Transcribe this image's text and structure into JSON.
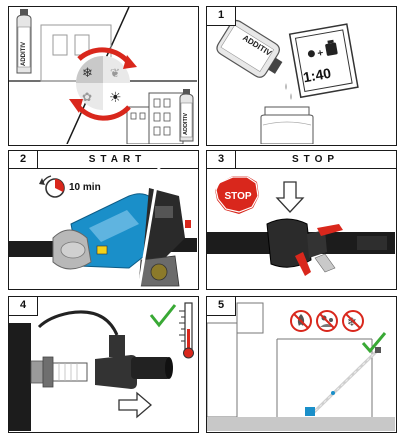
{
  "panels": {
    "p0": {
      "bottle_label": "ADDITIV"
    },
    "p1": {
      "number": "1",
      "bottle_label": "ADDITIV",
      "ratio": "1:40"
    },
    "p2": {
      "number": "2",
      "title": "START",
      "timer": "10 min"
    },
    "p3": {
      "number": "3",
      "title": "STOP",
      "sign": "STOP"
    },
    "p4": {
      "number": "4"
    },
    "p5": {
      "number": "5"
    }
  },
  "colors": {
    "red": "#d9271c",
    "green": "#39a935",
    "blue": "#1a8fc9",
    "dark": "#1c1c1c",
    "gray": "#8c8c8c",
    "light_gray": "#d9d9d9"
  }
}
